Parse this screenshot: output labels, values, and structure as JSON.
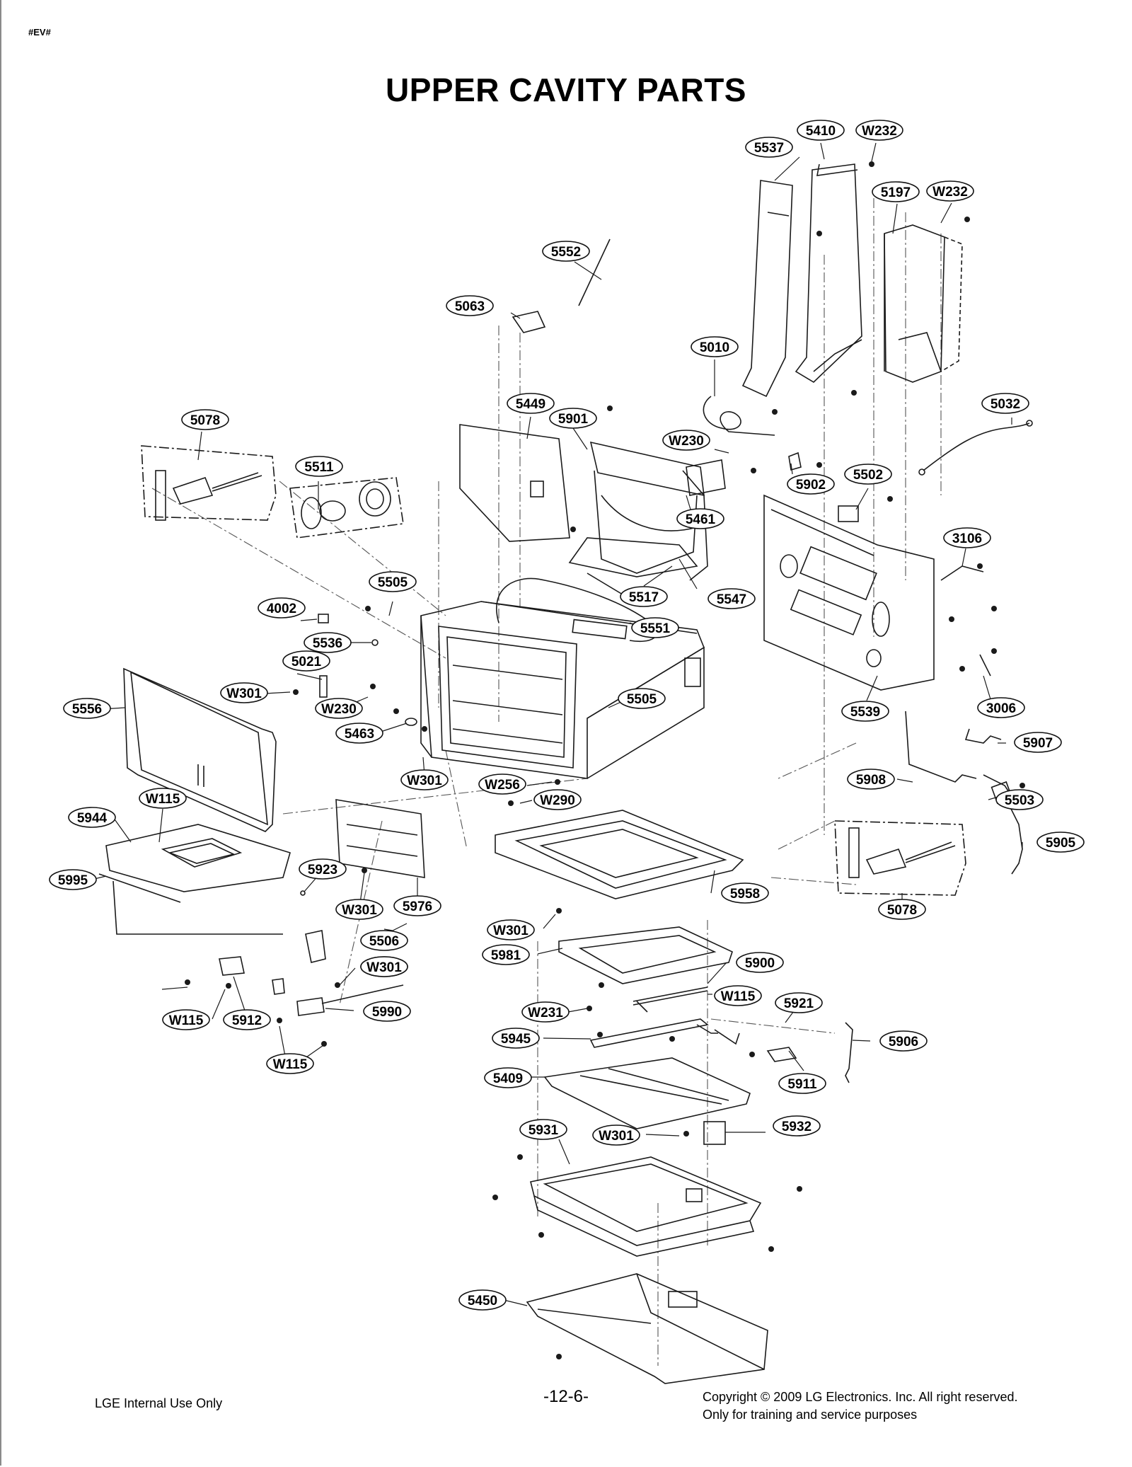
{
  "page": {
    "tag": "#EV#",
    "title": "UPPER CAVITY PARTS",
    "footer_left": "LGE Internal Use Only",
    "page_number": "-12-6-",
    "copyright_line1": "Copyright © 2009 LG Electronics. Inc. All right reserved.",
    "copyright_line2": "Only for training and service purposes"
  },
  "callouts": [
    {
      "label": "5410"
    },
    {
      "label": "W232"
    },
    {
      "label": "5537"
    },
    {
      "label": "5197"
    },
    {
      "label": "W232"
    },
    {
      "label": "5552"
    },
    {
      "label": "5063"
    },
    {
      "label": "5010"
    },
    {
      "label": "5032"
    },
    {
      "label": "5449"
    },
    {
      "label": "5901"
    },
    {
      "label": "W230"
    },
    {
      "label": "5078"
    },
    {
      "label": "5511"
    },
    {
      "label": "5902"
    },
    {
      "label": "5502"
    },
    {
      "label": "5461"
    },
    {
      "label": "3106"
    },
    {
      "label": "5505"
    },
    {
      "label": "5517"
    },
    {
      "label": "5547"
    },
    {
      "label": "4002"
    },
    {
      "label": "5551"
    },
    {
      "label": "5536"
    },
    {
      "label": "5021"
    },
    {
      "label": "W301"
    },
    {
      "label": "5505"
    },
    {
      "label": "5556"
    },
    {
      "label": "W230"
    },
    {
      "label": "5539"
    },
    {
      "label": "3006"
    },
    {
      "label": "5463"
    },
    {
      "label": "5907"
    },
    {
      "label": "W301"
    },
    {
      "label": "W256"
    },
    {
      "label": "5908"
    },
    {
      "label": "W290"
    },
    {
      "label": "5503"
    },
    {
      "label": "W115"
    },
    {
      "label": "5944"
    },
    {
      "label": "5905"
    },
    {
      "label": "5995"
    },
    {
      "label": "5923"
    },
    {
      "label": "5958"
    },
    {
      "label": "W301"
    },
    {
      "label": "5976"
    },
    {
      "label": "5078"
    },
    {
      "label": "W301"
    },
    {
      "label": "5506"
    },
    {
      "label": "5981"
    },
    {
      "label": "W301"
    },
    {
      "label": "5900"
    },
    {
      "label": "W301"
    },
    {
      "label": "W115"
    },
    {
      "label": "5990"
    },
    {
      "label": "5921"
    },
    {
      "label": "W231"
    },
    {
      "label": "W115"
    },
    {
      "label": "5912"
    },
    {
      "label": "5945"
    },
    {
      "label": "5906"
    },
    {
      "label": "W115"
    },
    {
      "label": "5409"
    },
    {
      "label": "5911"
    },
    {
      "label": "5931"
    },
    {
      "label": "W301"
    },
    {
      "label": "5932"
    },
    {
      "label": "5450"
    }
  ]
}
